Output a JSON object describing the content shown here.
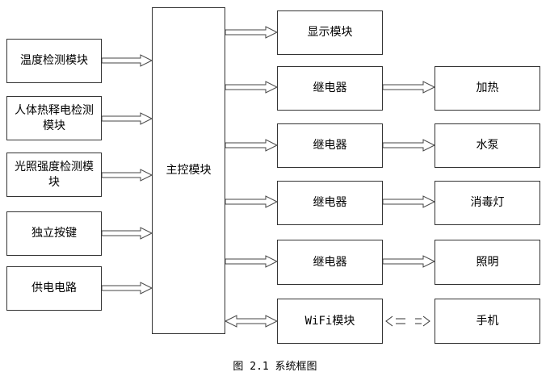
{
  "inputs": [
    "温度检测模块",
    "人体热释电检测模块",
    "光照强度检测模块",
    "独立按键",
    "供电电路"
  ],
  "main": "主控模块",
  "middle": [
    "显示模块",
    "继电器",
    "继电器",
    "继电器",
    "继电器",
    "WiFi模块"
  ],
  "outputs": [
    "加热",
    "水泵",
    "消毒灯",
    "照明",
    "手机"
  ],
  "caption": "图 2.1 系统框图"
}
